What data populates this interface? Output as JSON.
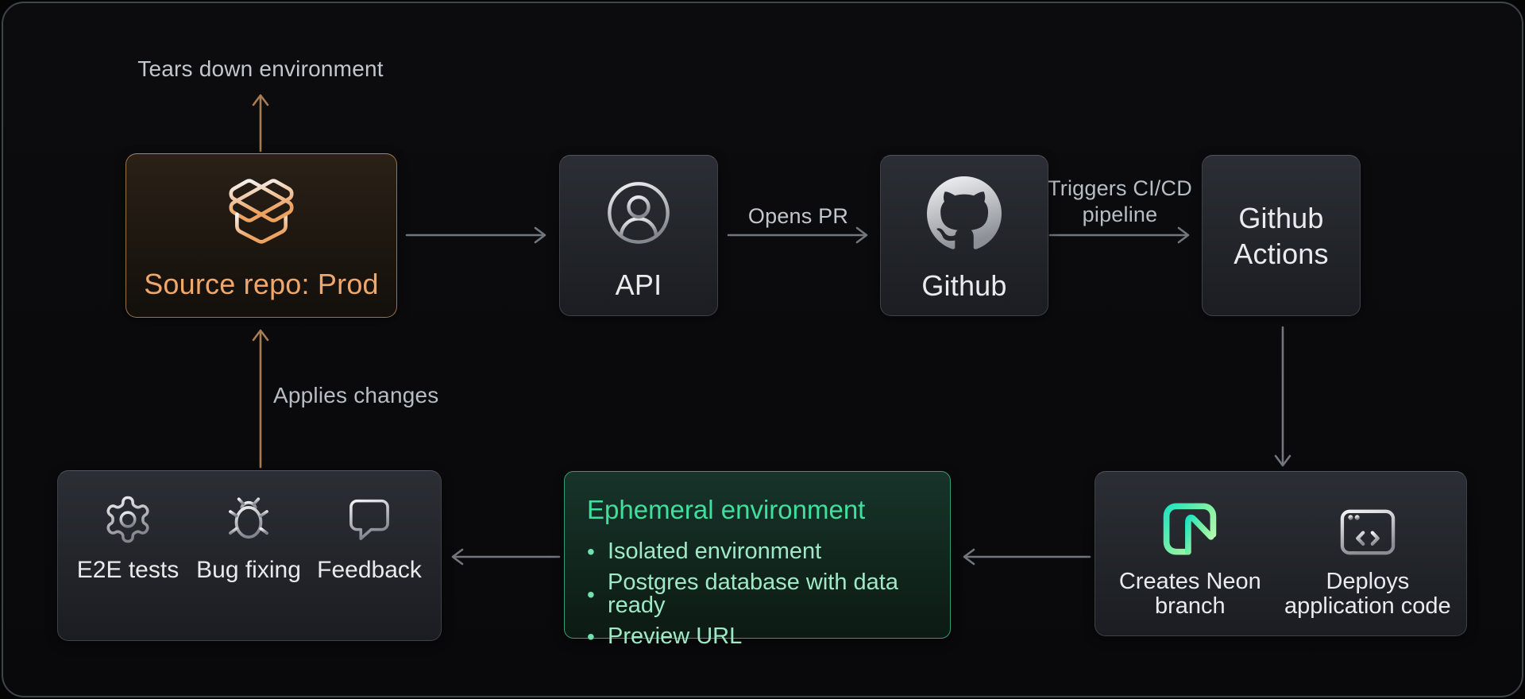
{
  "canvas": {
    "background": "#0b0b0d",
    "frame_border": "#414449"
  },
  "colors": {
    "box_border": "#3e4248",
    "box_bg_top": "#2b2e34",
    "box_bg_bottom": "#1b1d22",
    "orange_accent": "#efa76b",
    "orange_border": "#99734b",
    "orange_arrow": "#a87c52",
    "green_title": "#3fe09e",
    "green_border": "#2f9e72",
    "green_bullet_text": "#9fe9c6",
    "gray_arrow": "#72777d",
    "edge_label_text": "#c2c7cd",
    "node_label_text": "#e9ebee",
    "neon_gradient_start": "#1fe4c0",
    "neon_gradient_end": "#aef7a4"
  },
  "nodes": {
    "source_repo": {
      "label": "Source repo: Prod",
      "icon": "open-package-icon"
    },
    "api": {
      "label": "API",
      "icon": "user-circle-icon"
    },
    "github": {
      "label": "Github",
      "icon": "github-icon"
    },
    "github_actions": {
      "label": "Github Actions"
    },
    "loop": {
      "items": [
        {
          "label": "E2E tests",
          "icon": "gear-icon"
        },
        {
          "label": "Bug fixing",
          "icon": "bug-icon"
        },
        {
          "label": "Feedback",
          "icon": "chat-bubble-icon"
        }
      ]
    },
    "ephemeral": {
      "title": "Ephemeral environment",
      "bullets": [
        "Isolated environment",
        "Postgres database with data ready",
        "Preview URL"
      ],
      "bullet_glyph": "•"
    },
    "neon_deploy": {
      "items": [
        {
          "label": "Creates Neon branch",
          "icon": "neon-logo-icon"
        },
        {
          "label": "Deploys application code",
          "icon": "browser-code-icon"
        }
      ]
    }
  },
  "edges": {
    "tears_down": "Tears down environment",
    "applies_changes": "Applies changes",
    "opens_pr": "Opens PR",
    "triggers_pipeline": "Triggers CI/CD pipeline"
  }
}
